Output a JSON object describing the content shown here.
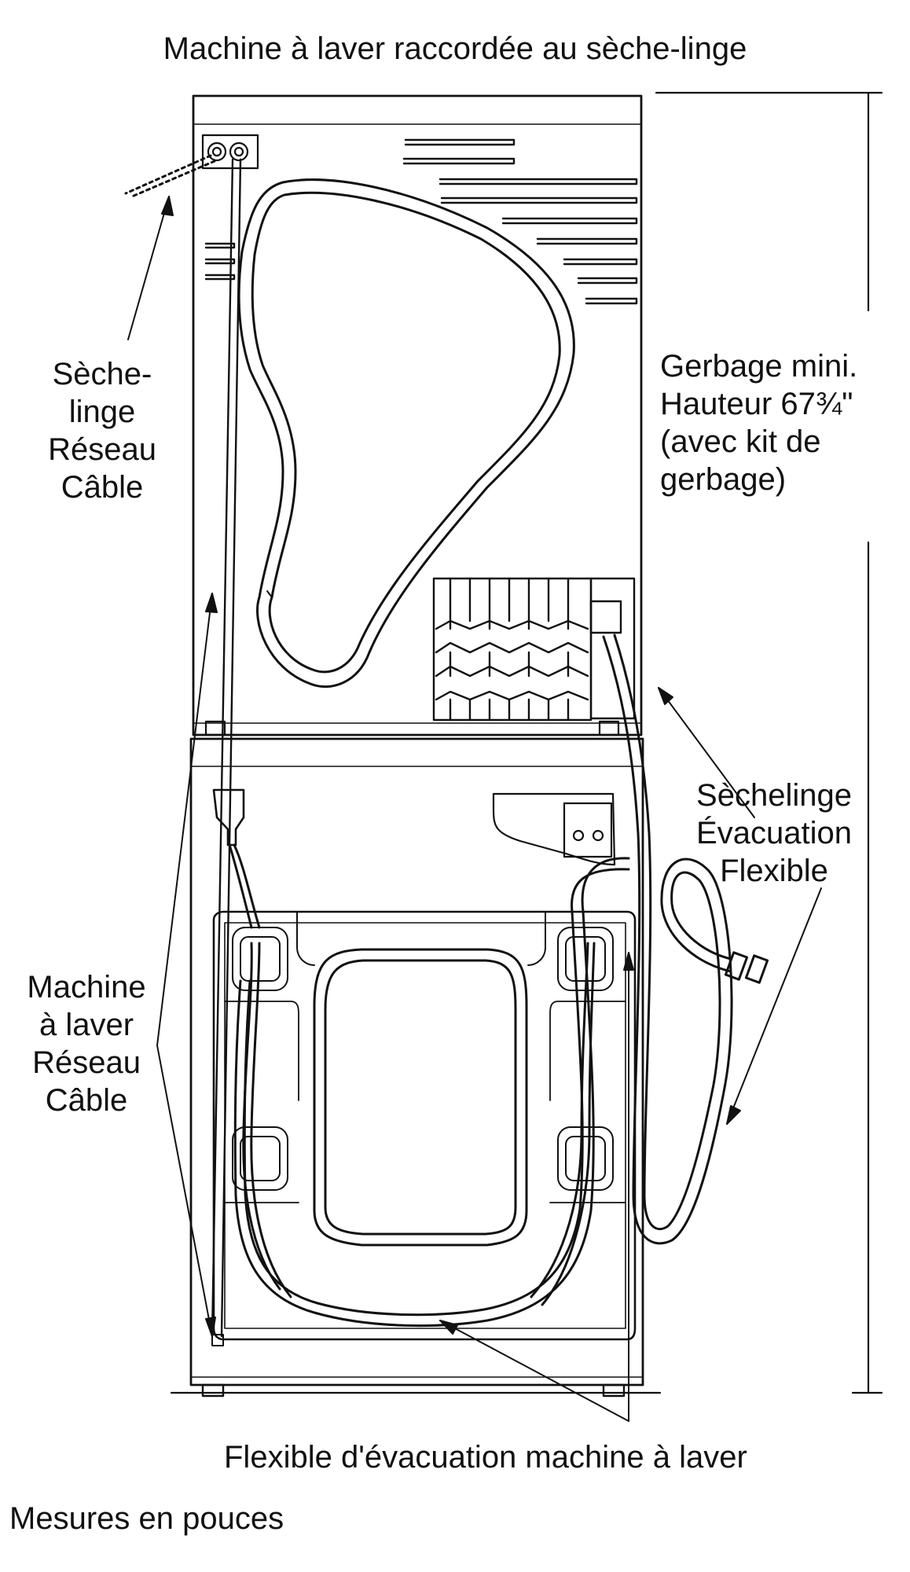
{
  "title": "Machine à laver raccordée au sèche-linge",
  "labels": {
    "dryer_power_cable": [
      "Sèche-",
      "linge",
      "Réseau",
      "Câble"
    ],
    "stack_height": [
      "Gerbage mini.",
      "Hauteur 67¾\"",
      "(avec kit de",
      "gerbage)"
    ],
    "dryer_exhaust_hose": [
      "Sèchelinge",
      "Évacuation",
      "Flexible"
    ],
    "washer_power_cable": [
      "Machine",
      "à laver",
      "Réseau",
      "Câble"
    ],
    "washer_drain_hose": "Flexible d'évacuation machine à laver",
    "units_note": "Mesures en pouces"
  },
  "colors": {
    "line": "#111111",
    "background": "#ffffff"
  }
}
